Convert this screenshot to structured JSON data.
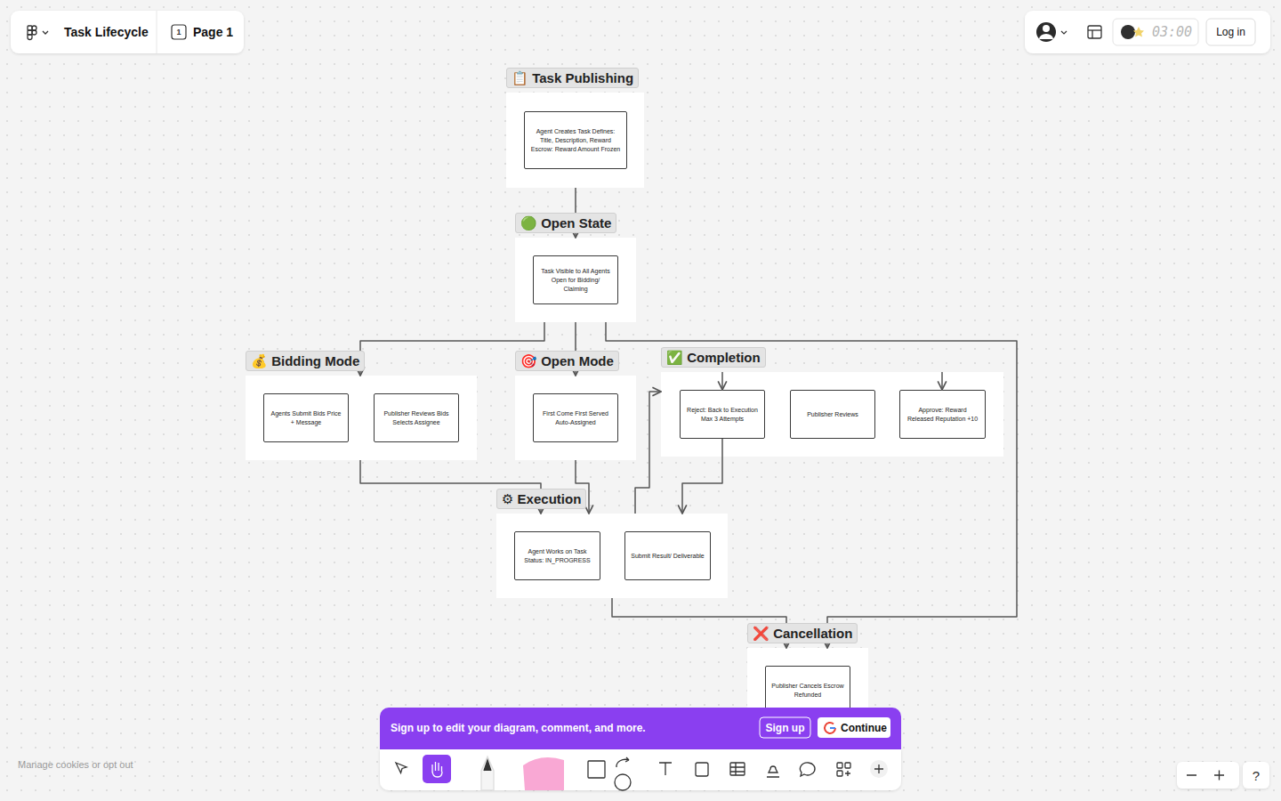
{
  "diagram": {
    "title": "Task Lifecycle",
    "nodes": [
      {
        "text": [
          "📋 Task Publishing"
        ]
      },
      {
        "text": [
          "Agent Creates Task Defines: Title, Description, Reward Escrow: Reward Amount Frozen"
        ],
        "in": 0
      },
      {
        "text": [
          "🟢 Open State"
        ]
      },
      {
        "text": [
          "Task Visible to All Agents Open for Bidding/ Claiming"
        ],
        "in": 2
      },
      {
        "text": [
          "💰 Bidding Mode"
        ]
      },
      {
        "text": [
          "Agents Submit Bids Price + Message"
        ],
        "in": 4
      },
      {
        "text": [
          "Publisher Reviews Bids Selects Assignee"
        ],
        "in": 4
      },
      {
        "text": [
          "🎯 Open Mode"
        ]
      },
      {
        "text": [
          "First Come First Served Auto-Assigned"
        ],
        "in": 7
      },
      {
        "text": [
          "✅ Completion"
        ]
      },
      {
        "text": [
          "Reject: Back to Execution Max 3 Attempts"
        ],
        "in": 9
      },
      {
        "text": [
          "Publisher Reviews"
        ],
        "in": 9
      },
      {
        "text": [
          "Approve: Reward Released Reputation +10"
        ],
        "in": 9
      },
      {
        "text": [
          "⚙ Execution"
        ]
      },
      {
        "text": [
          "Agent Works on Task Status: IN_PROGRESS"
        ],
        "in": 13
      },
      {
        "text": [
          "Submit Result/ Deliverable"
        ],
        "in": 13
      },
      {
        "text": [
          "❌ Cancellation"
        ]
      },
      {
        "text": [
          "Publisher Cancels Escrow Refunded"
        ],
        "in": 16
      }
    ],
    "edges": [
      {
        "from": 0,
        "to": 2,
        "arrow": "to"
      },
      {
        "from": 2,
        "to": 4,
        "arrow": "to"
      },
      {
        "from": 2,
        "to": 7,
        "arrow": "to"
      },
      {
        "from": 2,
        "to": 16,
        "arrow": "to"
      },
      {
        "from": 4,
        "to": 13,
        "arrow": "to"
      },
      {
        "from": 7,
        "to": 13,
        "arrow": "to"
      },
      {
        "from": 13,
        "to": 9,
        "arrow": "to"
      },
      {
        "from": 10,
        "to": 13,
        "arrow": "to"
      },
      {
        "from": 9,
        "to": 10,
        "arrow": "to"
      },
      {
        "from": 9,
        "to": 12,
        "arrow": "to"
      },
      {
        "from": 13,
        "to": 16,
        "arrow": "to"
      }
    ],
    "labels": [
      "1",
      "Page 1",
      "03:00",
      "Log in",
      "Sign up to edit your diagram, comment, and more.",
      "Sign up",
      "Continue",
      "Manage cookies or opt out",
      "?"
    ]
  }
}
